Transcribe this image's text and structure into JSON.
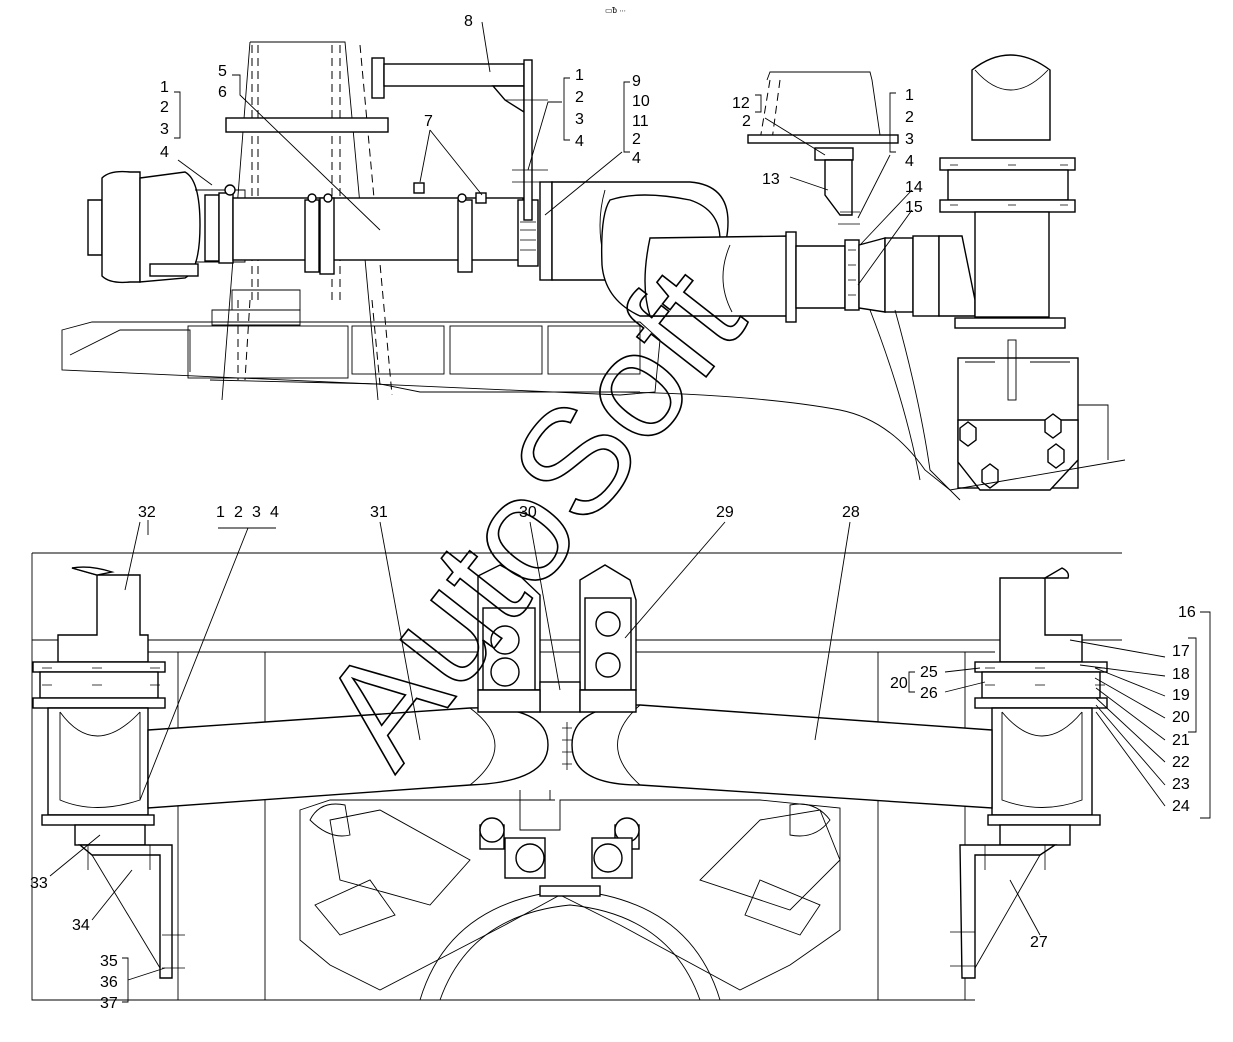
{
  "header_mark": "▭ᵬ ∙∙∙",
  "watermark": "AutoSoft",
  "callouts": {
    "c1": "1",
    "c2": "2",
    "c3": "3",
    "c4": "4",
    "c5": "5",
    "c6": "6",
    "c7": "7",
    "c8": "8",
    "c9": "9",
    "c10": "10",
    "c11": "11",
    "c12": "12",
    "c13": "13",
    "c14": "14",
    "c15": "15",
    "c16": "16",
    "c17": "17",
    "c18": "18",
    "c19": "19",
    "c20": "20",
    "c21": "21",
    "c22": "22",
    "c23": "23",
    "c24": "24",
    "c25": "25",
    "c26": "26",
    "c27": "27",
    "c28": "28",
    "c29": "29",
    "c30": "30",
    "c31": "31",
    "c32": "32",
    "c33": "33",
    "c34": "34",
    "c35": "35",
    "c36": "36",
    "c37": "37"
  }
}
